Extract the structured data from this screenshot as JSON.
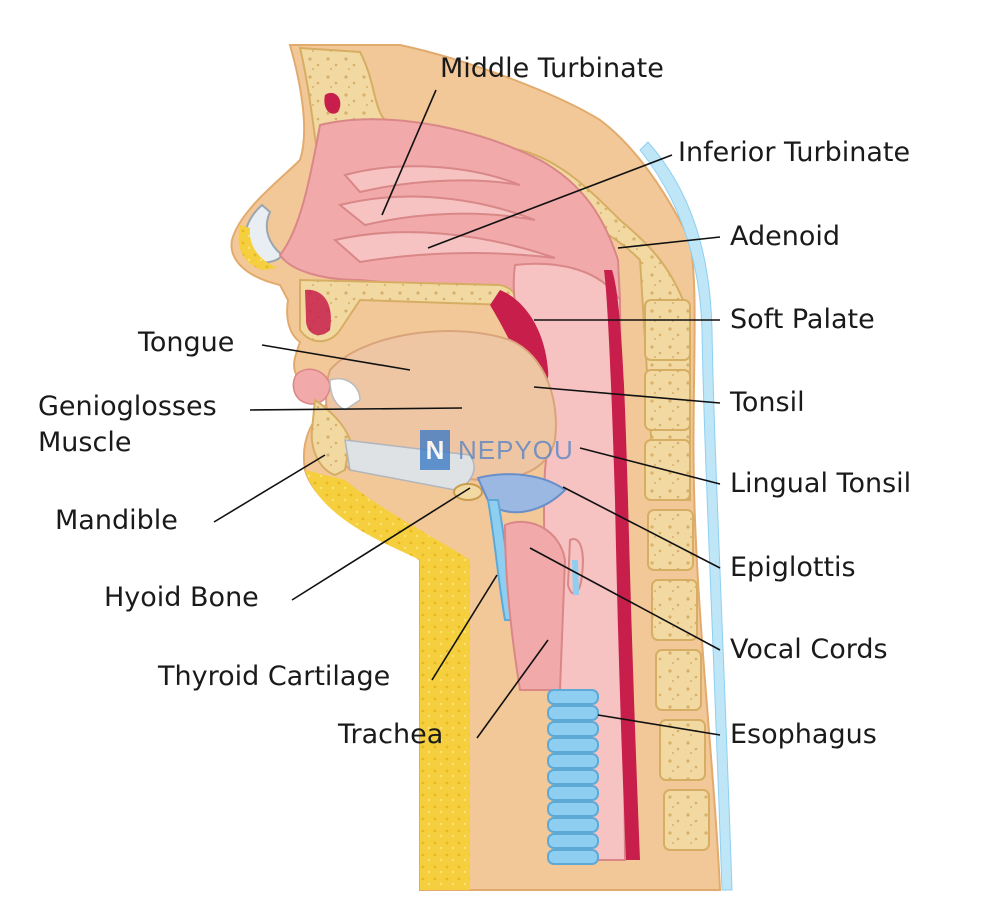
{
  "labels": {
    "middle_turbinate": "Middle Turbinate",
    "inferior_turbinate": "Inferior Turbinate",
    "adenoid": "Adenoid",
    "soft_palate": "Soft Palate",
    "tongue": "Tongue",
    "genioglosses_muscle_line1": "Genioglosses",
    "genioglosses_muscle_line2": "Muscle",
    "tonsil": "Tonsil",
    "lingual_tonsil": "Lingual Tonsil",
    "mandible": "Mandible",
    "epiglottis": "Epiglottis",
    "hyoid_bone": "Hyoid Bone",
    "vocal_cords": "Vocal Cords",
    "thyroid_cartilage": "Thyroid Cartilage",
    "trachea": "Trachea",
    "esophagus": "Esophagus"
  },
  "watermark": {
    "letter": "N",
    "text": "NEPYOU"
  },
  "colors": {
    "skin": "#f3c898",
    "bone": "#f2d9a2",
    "bone_outline": "#d6ae63",
    "fat": "#f5cf3d",
    "nasal_cavity": "#f1a9aa",
    "mucosa": "#f7c3c2",
    "tongue": "#efc6a3",
    "muscle_red": "#c81e4c",
    "cartilage_blue": "#8ecff1",
    "skin_edge_blue": "#bfe6f7"
  }
}
